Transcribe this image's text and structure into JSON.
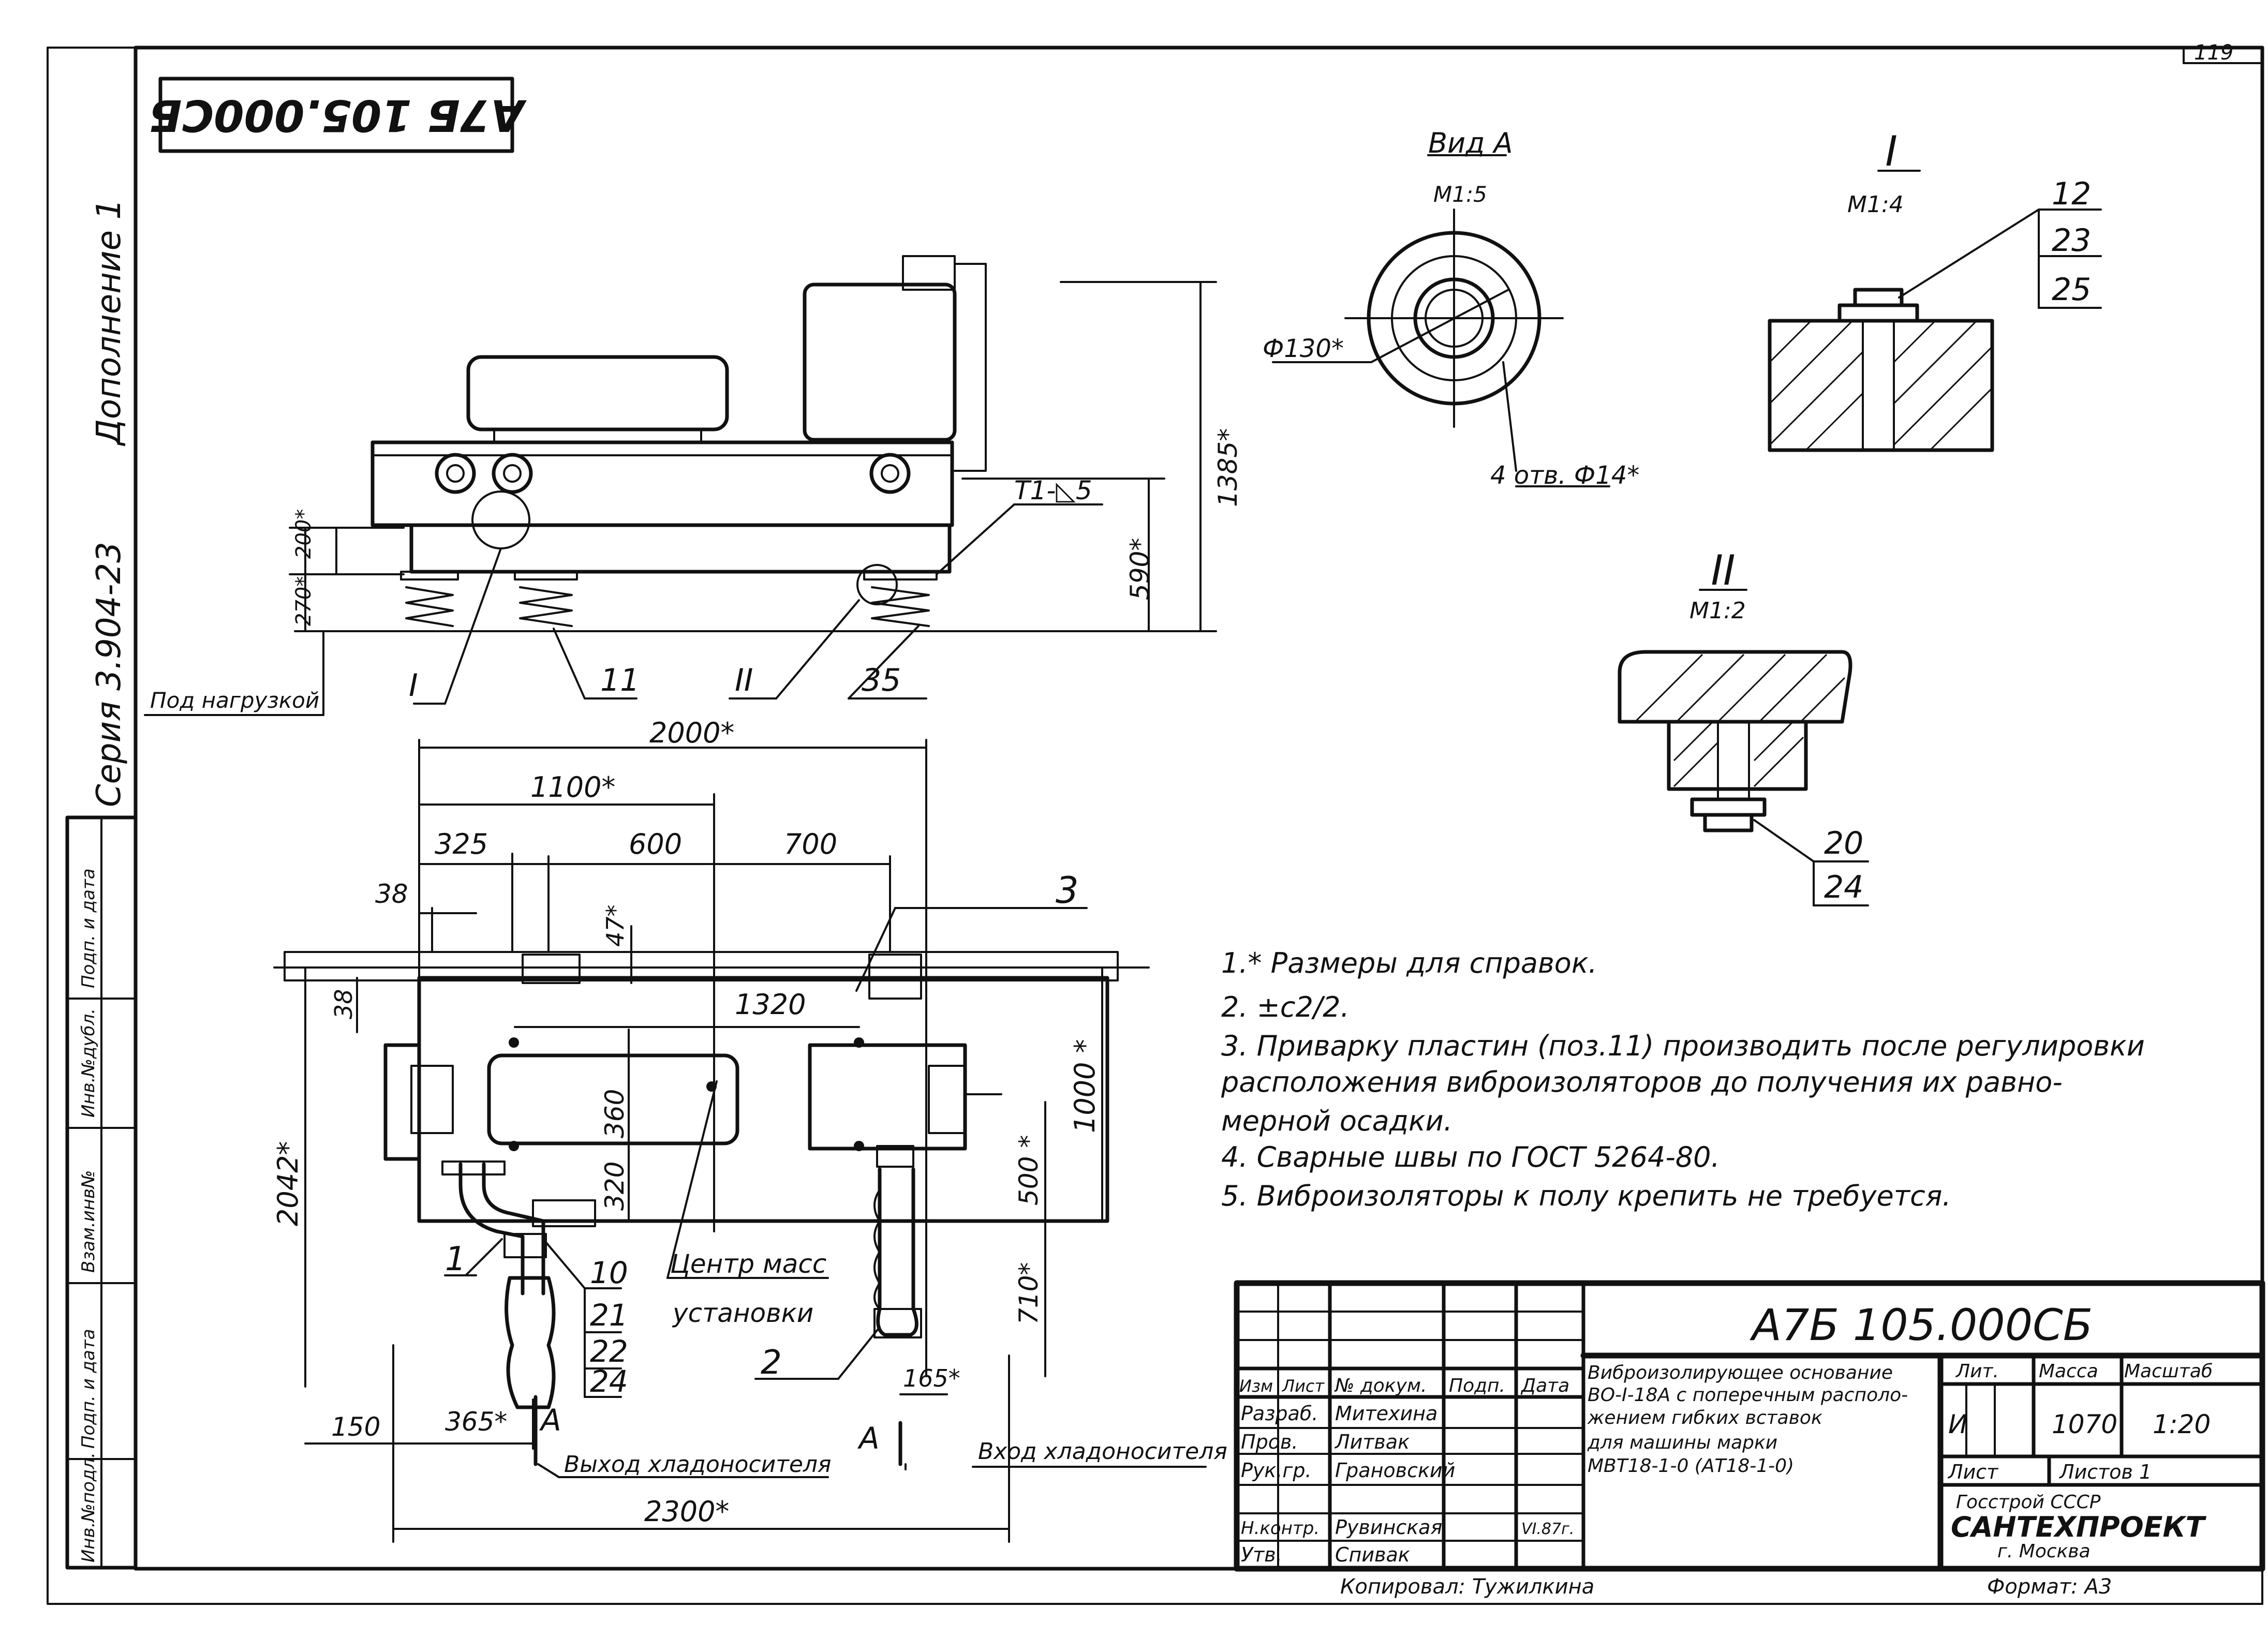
{
  "page_number": "119",
  "stamp_top": "А7Б 105.000СБ",
  "side": {
    "addition": "Дополнение 1",
    "series": "Серия 3.904-23",
    "under_load": "Под нагрузкой",
    "left_strip": [
      "Инв.№подл.",
      "Подп. и дата",
      "Взам.инв№",
      "Инв.№дубл.",
      "Подп. и дата"
    ]
  },
  "view_a": {
    "title": "Вид А",
    "scale": "М1:5",
    "dia": "Ф130*",
    "holes": "4 отв. Ф14*"
  },
  "detail_1": {
    "title": "I",
    "scale": "М1:4",
    "refs": [
      "12",
      "23",
      "25"
    ]
  },
  "detail_2": {
    "title": "II",
    "scale": "М1:2",
    "refs": [
      "20",
      "24"
    ]
  },
  "front_view": {
    "weld": "Т1-◺5",
    "dims": {
      "h_total": "1385*",
      "h_590": "590*",
      "h_270": "270*",
      "h_200": "200*"
    },
    "callouts": {
      "c1": "I",
      "c2": "11",
      "c3": "II",
      "c4": "35"
    }
  },
  "plan_view": {
    "dims": {
      "d2000": "2000*",
      "d1100": "1100*",
      "d325": "325",
      "d600": "600",
      "d700": "700",
      "d38a": "38",
      "d38b": "38",
      "d47": "47*",
      "d1320": "1320",
      "d360": "360",
      "d320": "320",
      "d1000": "1000 *",
      "d500": "500 *",
      "d710": "710*",
      "d2042": "2042*",
      "d150": "150",
      "d365": "365*",
      "d165": "165*",
      "d2300": "2300*"
    },
    "callouts": {
      "c3": "3",
      "c1": "1",
      "c2": "2",
      "c10": "10",
      "c21": "21",
      "c22": "22",
      "c24": "24"
    },
    "center_of_mass": [
      "Центр масс",
      "установки"
    ],
    "outlet": "Выход хладоносителя",
    "inlet": "Вход хладоносителя",
    "view_marker": "А"
  },
  "notes": [
    "1.* Размеры для справок.",
    "2. ±c2/2.",
    "3. Приварку пластин (поз.11) производить после регулировки",
    "расположения виброизоляторов до получения их равно-",
    "мерной осадки.",
    "4. Сварные швы по ГОСТ 5264-80.",
    "5. Виброизоляторы к полу крепить не требуется."
  ],
  "title_block": {
    "designation": "А7Б 105.000СБ",
    "name_lines": [
      "Виброизолирующее основание",
      "ВО-I-18А с поперечным располо-",
      "жением гибких вставок",
      "для машины марки",
      "МВТ18-1-0 (АТ18-1-0)"
    ],
    "headers": {
      "izm": "Изм",
      "list": "Лист",
      "doc": "№ докум.",
      "sign": "Подп.",
      "date": "Дата"
    },
    "roles": [
      {
        "role": "Разраб.",
        "name": "Митехина"
      },
      {
        "role": "Пров.",
        "name": "Литвак"
      },
      {
        "role": "Рук.гр.",
        "name": "Грановский"
      },
      {
        "role": "",
        "name": ""
      },
      {
        "role": "Н.контр.",
        "name": "Рувинская",
        "date": "VI.87г."
      },
      {
        "role": "Утв.",
        "name": "Спивак"
      }
    ],
    "lit_h": "Лит.",
    "mass_h": "Масса",
    "scale_h": "Масштаб",
    "lit": "И",
    "mass": "1070",
    "scale": "1:20",
    "sheet": "Лист",
    "sheets": "Листов 1",
    "org1": "Госстрой СССР",
    "org2": "САНТЕХПРОЕКТ",
    "org3": "г. Москва",
    "copied": "Копировал: Тужилкина",
    "format": "Формат: А3"
  }
}
